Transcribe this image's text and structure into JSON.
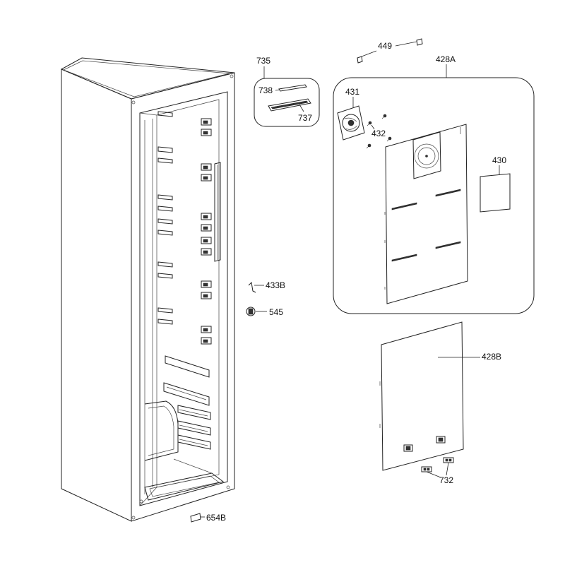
{
  "labels": {
    "p735": "735",
    "p738": "738",
    "p737": "737",
    "p449": "449",
    "p428A": "428A",
    "p431": "431",
    "p432": "432",
    "p430": "430",
    "p433B": "433B",
    "p545": "545",
    "p428B": "428B",
    "p732": "732",
    "p654B": "654B"
  }
}
